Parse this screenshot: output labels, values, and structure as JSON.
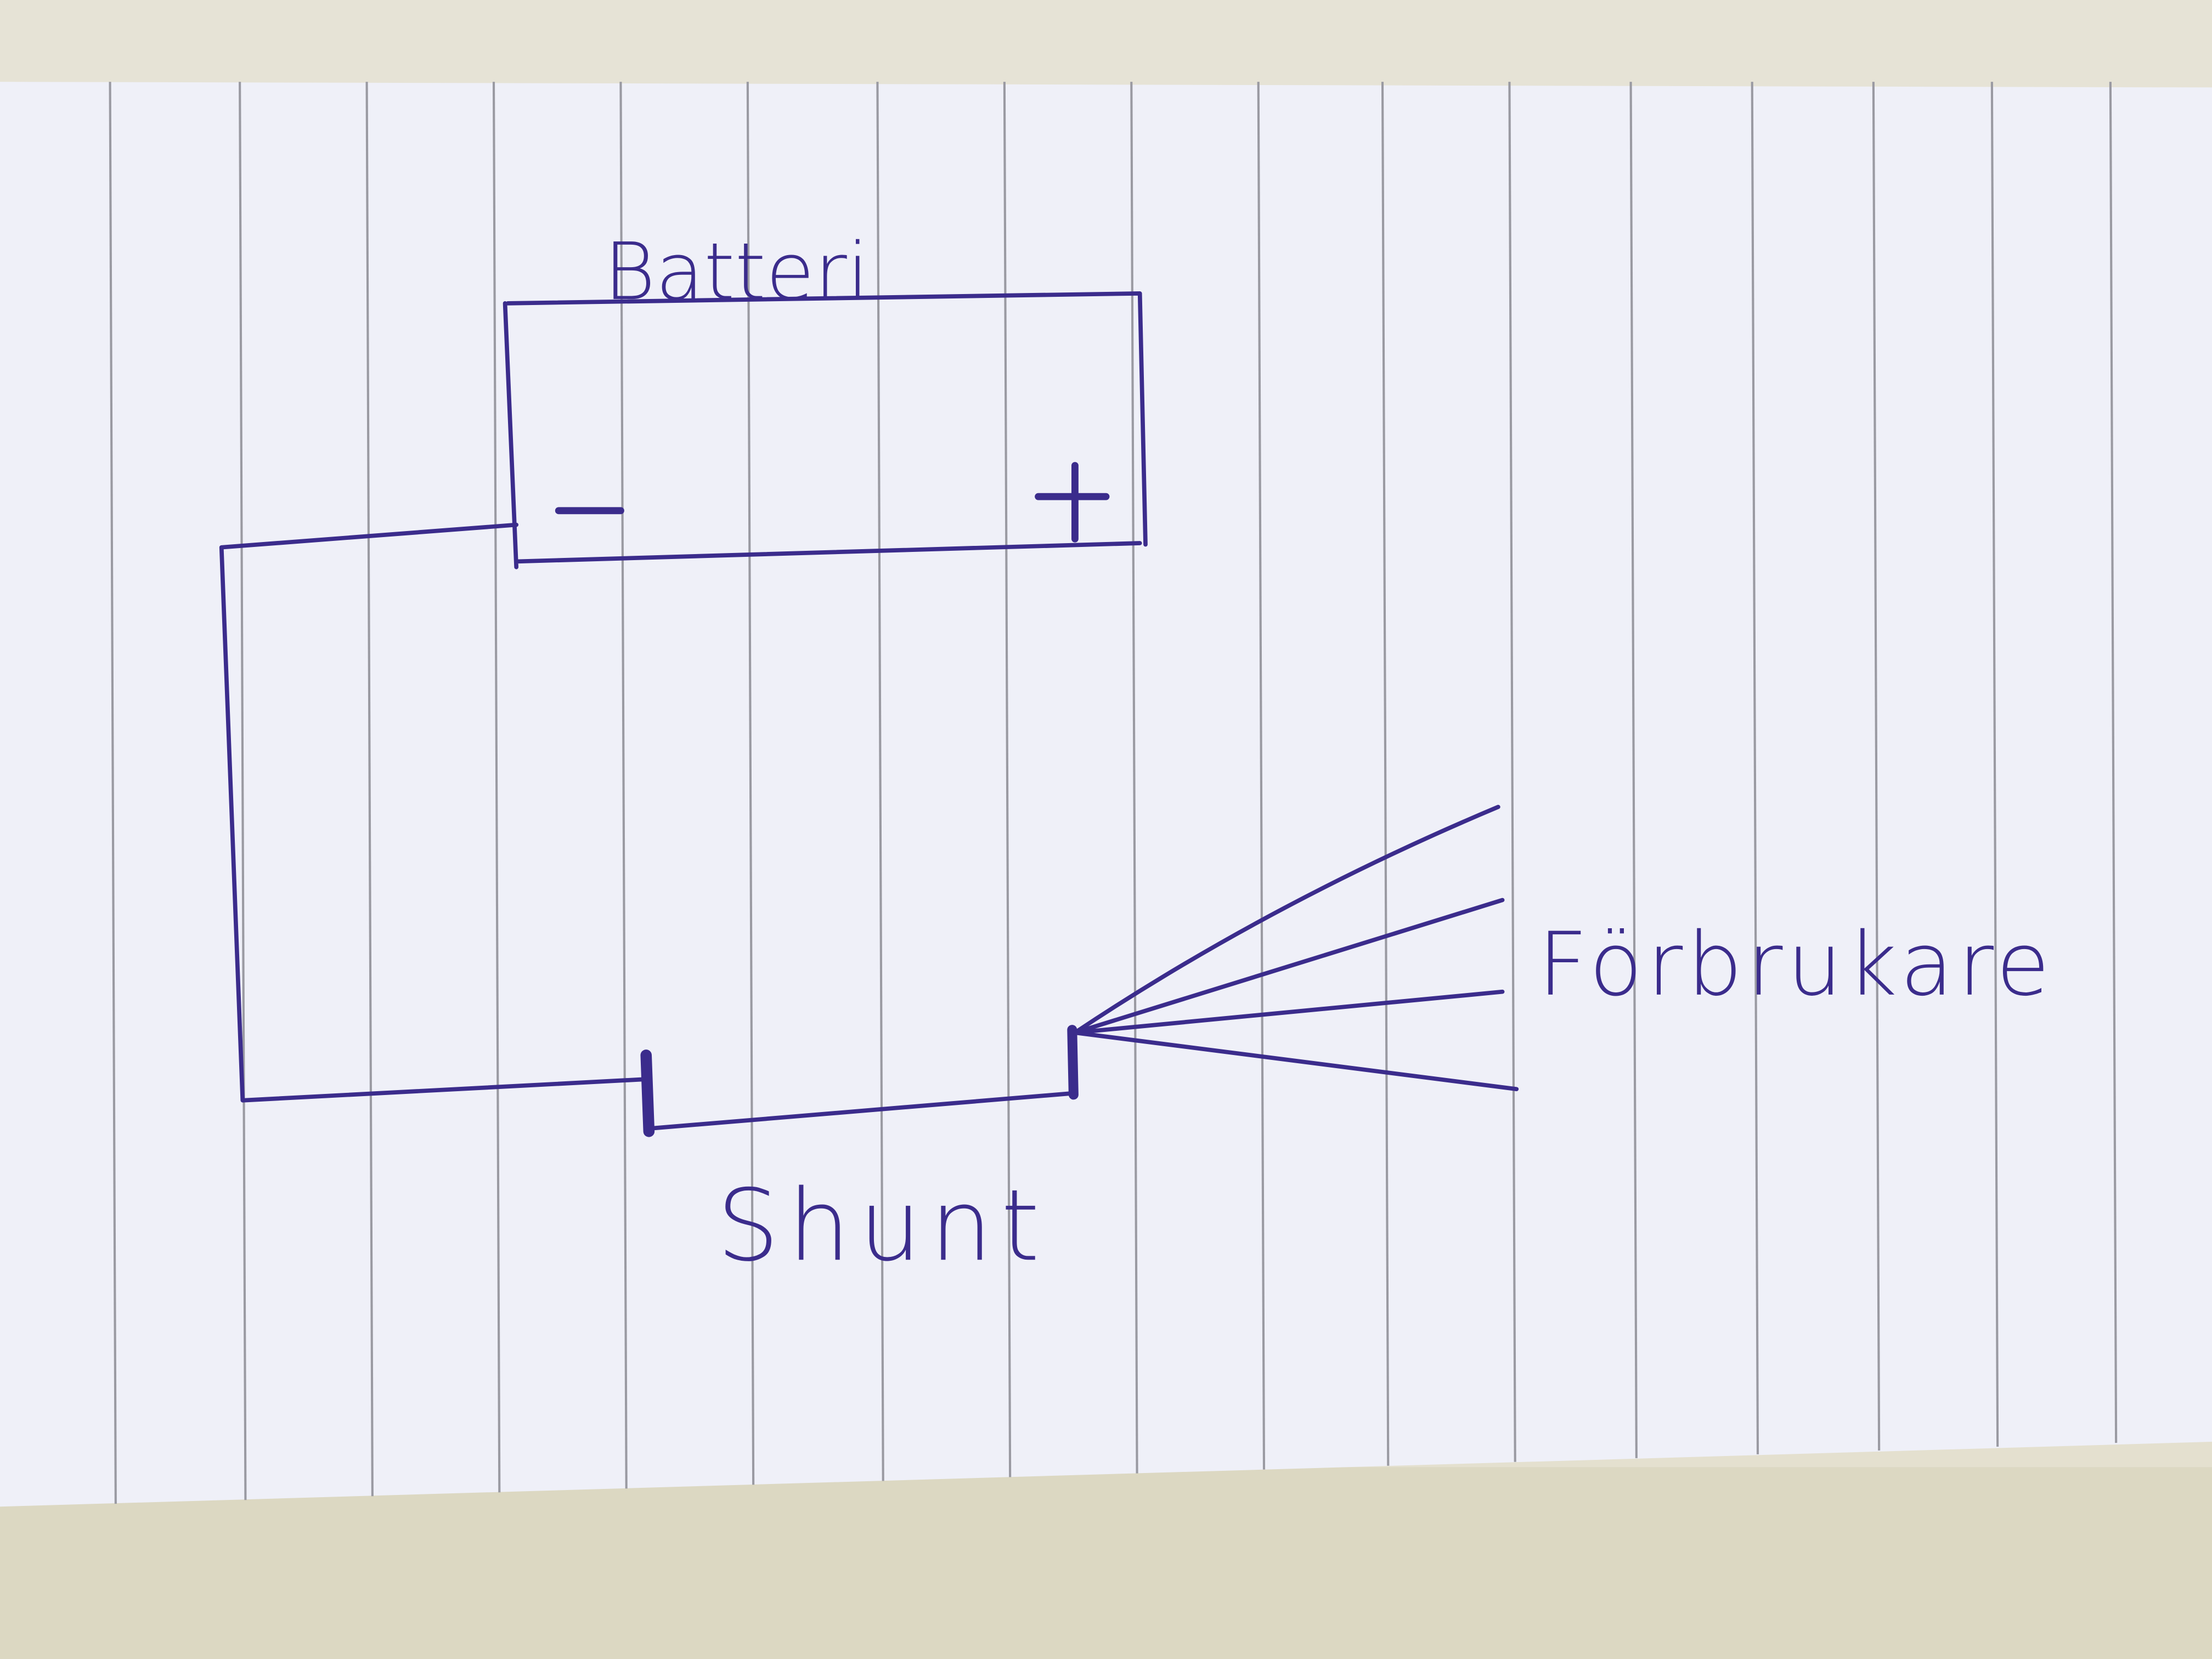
{
  "diagram": {
    "battery": {
      "label": "Batteri",
      "negative_terminal": "−",
      "positive_terminal": "+"
    },
    "shunt": {
      "label": "Shunt"
    },
    "consumers": {
      "label": "Förbrukare",
      "branch_count": 4
    },
    "colors": {
      "ink": "#3b2c8c",
      "paper": "#eff0f8",
      "ruling": "#9a9aa2",
      "background": "#e4e0cf"
    }
  }
}
